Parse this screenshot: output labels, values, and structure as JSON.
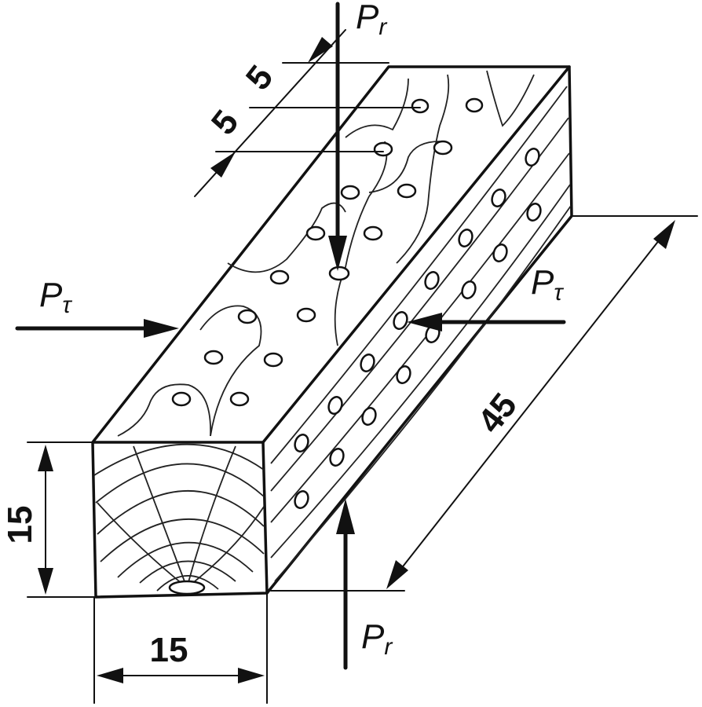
{
  "dimensions": {
    "width": "15",
    "height": "15",
    "length": "45",
    "spacing_first": "5",
    "spacing_second": "5"
  },
  "forces": {
    "radial_symbol": "P",
    "radial_subscript": "r",
    "tangential_symbol": "P",
    "tangential_subscript": "τ"
  }
}
